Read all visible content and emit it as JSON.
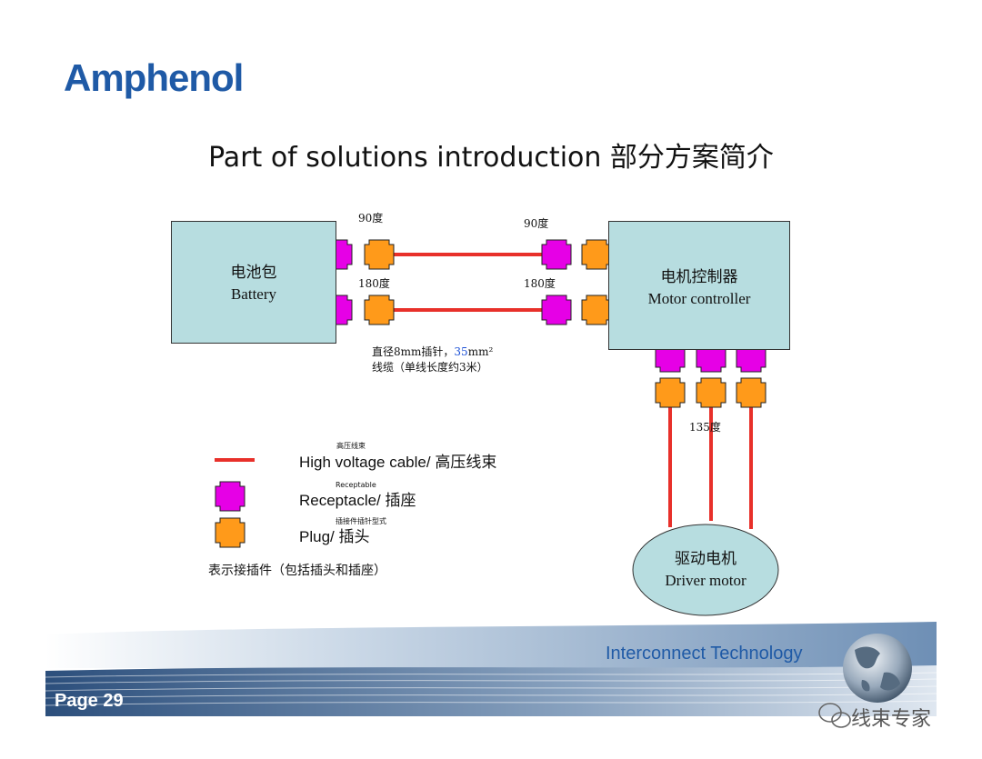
{
  "brand": "Amphenol",
  "title": "Part of solutions introduction 部分方案简介",
  "diagram": {
    "battery": {
      "zh": "电池包",
      "en": "Battery"
    },
    "motor_controller": {
      "zh": "电机控制器",
      "en": "Motor controller"
    },
    "driver_motor": {
      "zh": "驱动电机",
      "en": "Driver motor"
    },
    "angle_labels": {
      "left_top": "90度",
      "right_top": "90度",
      "left_bottom": "180度",
      "right_bottom": "180度",
      "vertical": "135度"
    },
    "cable_note": {
      "line1_prefix": "直径8mm插针，",
      "line1_value": "35",
      "line1_unit": "mm²",
      "line2": "线缆（单线长度约3米）"
    }
  },
  "legend": {
    "cable": {
      "note": "高压线束",
      "label": "High voltage cable/ 高压线束"
    },
    "receptacle": {
      "note": "Receptable",
      "label": "Receptacle/ 插座"
    },
    "plug": {
      "note": "插接件插针型式",
      "label": "Plug/ 插头"
    },
    "footnote": "表示接插件（包括插头和插座）"
  },
  "footer": {
    "page": "Page 29",
    "tagline": "Interconnect Technology",
    "watermark": "线束专家"
  },
  "colors": {
    "receptacle": "#e600e6",
    "plug": "#ff9a1a",
    "cable": "#e8302a",
    "box": "#b7dde0",
    "brand": "#1f5aa6"
  }
}
